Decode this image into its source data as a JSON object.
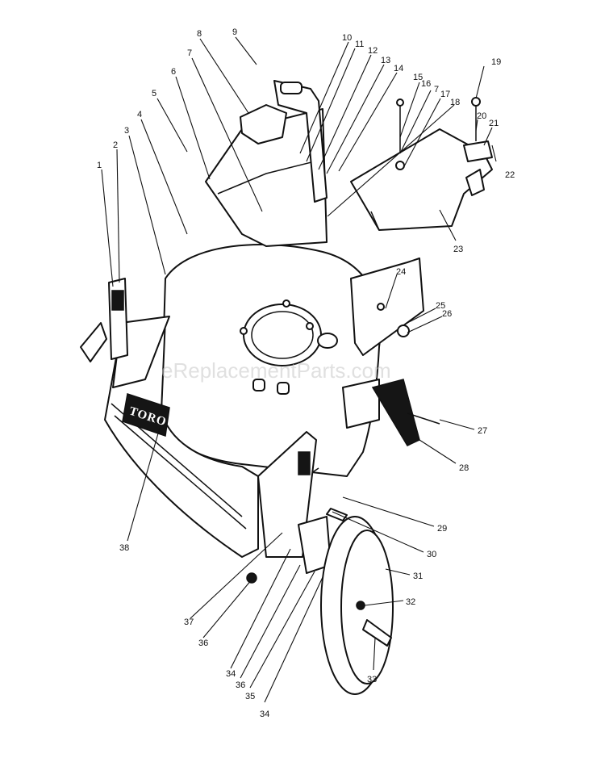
{
  "watermark": "eReplacementParts.com",
  "logo_text": "TORO",
  "callouts": [
    {
      "id": "c1",
      "text": "1"
    },
    {
      "id": "c2",
      "text": "2"
    },
    {
      "id": "c3",
      "text": "3"
    },
    {
      "id": "c4",
      "text": "4"
    },
    {
      "id": "c5",
      "text": "5"
    },
    {
      "id": "c6",
      "text": "6"
    },
    {
      "id": "c7a",
      "text": "7"
    },
    {
      "id": "c8",
      "text": "8"
    },
    {
      "id": "c9",
      "text": "9"
    },
    {
      "id": "c10",
      "text": "10"
    },
    {
      "id": "c11",
      "text": "11"
    },
    {
      "id": "c12",
      "text": "12"
    },
    {
      "id": "c13",
      "text": "13"
    },
    {
      "id": "c14",
      "text": "14"
    },
    {
      "id": "c15",
      "text": "15"
    },
    {
      "id": "c16",
      "text": "16"
    },
    {
      "id": "c7b",
      "text": "7"
    },
    {
      "id": "c17",
      "text": "17"
    },
    {
      "id": "c18",
      "text": "18"
    },
    {
      "id": "c19",
      "text": "19"
    },
    {
      "id": "c20",
      "text": "20"
    },
    {
      "id": "c21",
      "text": "21"
    },
    {
      "id": "c22",
      "text": "22"
    },
    {
      "id": "c23",
      "text": "23"
    },
    {
      "id": "c24",
      "text": "24"
    },
    {
      "id": "c25",
      "text": "25"
    },
    {
      "id": "c26",
      "text": "26"
    },
    {
      "id": "c27",
      "text": "27"
    },
    {
      "id": "c28",
      "text": "28"
    },
    {
      "id": "c29",
      "text": "29"
    },
    {
      "id": "c30",
      "text": "30"
    },
    {
      "id": "c31",
      "text": "31"
    },
    {
      "id": "c32",
      "text": "32"
    },
    {
      "id": "c33",
      "text": "33"
    },
    {
      "id": "c34a",
      "text": "34"
    },
    {
      "id": "c36a",
      "text": "36"
    },
    {
      "id": "c35",
      "text": "35"
    },
    {
      "id": "c34b",
      "text": "34"
    },
    {
      "id": "c36b",
      "text": "36"
    },
    {
      "id": "c37",
      "text": "37"
    },
    {
      "id": "c38",
      "text": "38"
    }
  ]
}
